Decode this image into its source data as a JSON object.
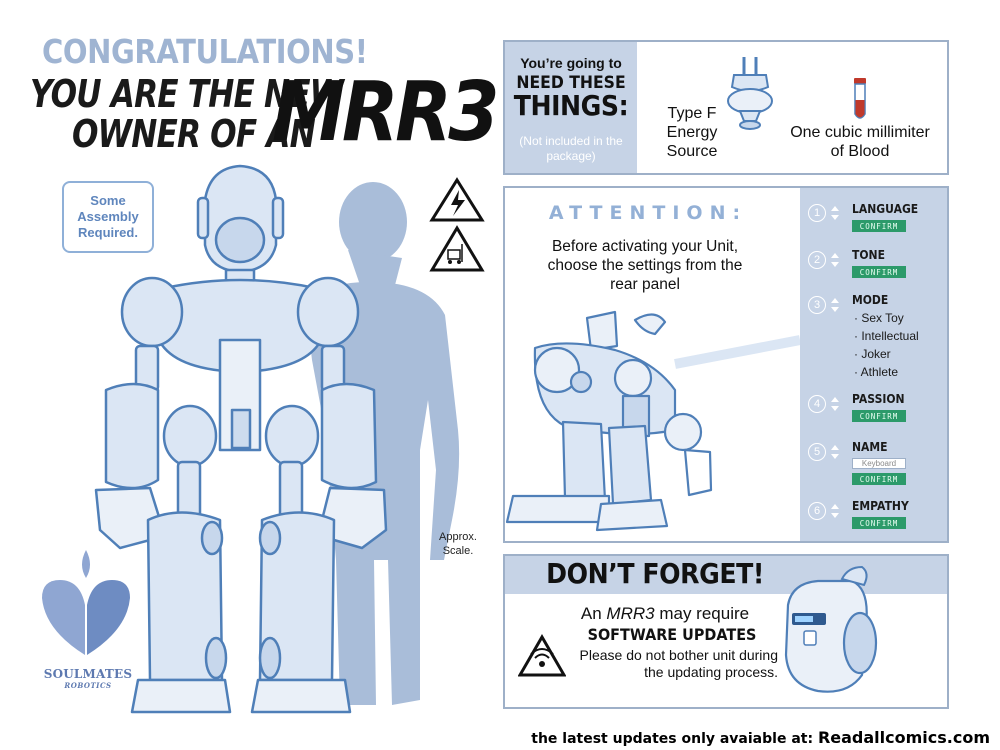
{
  "header": {
    "congrats": "CONGRATULATIONS!",
    "line1": "YOU ARE THE NEW",
    "line2": "OWNER OF AN",
    "product": "MRR3"
  },
  "assembly_badge": "Some Assembly Required.",
  "scale_note": "Approx. Scale.",
  "logo": {
    "name": "SOULMATES",
    "sub": "ROBOTICS",
    "color": "#5d79b0"
  },
  "needs": {
    "going": "You’re going to",
    "need": "NEED THESE",
    "things": "THINGS:",
    "note": "(Not included in the package)",
    "items": [
      {
        "label": "Type F Energy Source",
        "icon": "power-plug-icon"
      },
      {
        "label": "One cubic millimiter of Blood",
        "icon": "blood-vial-icon"
      }
    ]
  },
  "attention": {
    "title": "ATTENTION:",
    "text": "Before activating your Unit, choose the settings from the rear panel"
  },
  "settings": [
    {
      "num": "1",
      "label": "LANGUAGE",
      "confirm": "CONFIRM"
    },
    {
      "num": "2",
      "label": "TONE",
      "confirm": "CONFIRM"
    },
    {
      "num": "3",
      "label": "MODE",
      "options": [
        "· Sex Toy",
        "· Intellectual",
        "· Joker",
        "· Athlete"
      ]
    },
    {
      "num": "4",
      "label": "PASSION",
      "confirm": "CONFIRM"
    },
    {
      "num": "5",
      "label": "NAME",
      "input_placeholder": "Keyboard",
      "confirm": "CONFIRM"
    },
    {
      "num": "6",
      "label": "EMPATHY",
      "confirm": "CONFIRM"
    }
  ],
  "dont_forget": {
    "title": "DON’T FORGET!",
    "prefix": "An",
    "product": "MRR3",
    "suffix": "may require",
    "updates": "SOFTWARE UPDATES",
    "note": "Please do not bother unit during the updating process."
  },
  "footer": {
    "text": "the latest updates only avaiable at:",
    "site": "Readallcomics.com"
  },
  "colors": {
    "robot_fill": "#dbe6f4",
    "robot_line": "#4f7fb8",
    "panel_fill": "#c6d3e6",
    "silhouette": "#a9bdd9",
    "confirm_green": "#2c9a6a"
  }
}
